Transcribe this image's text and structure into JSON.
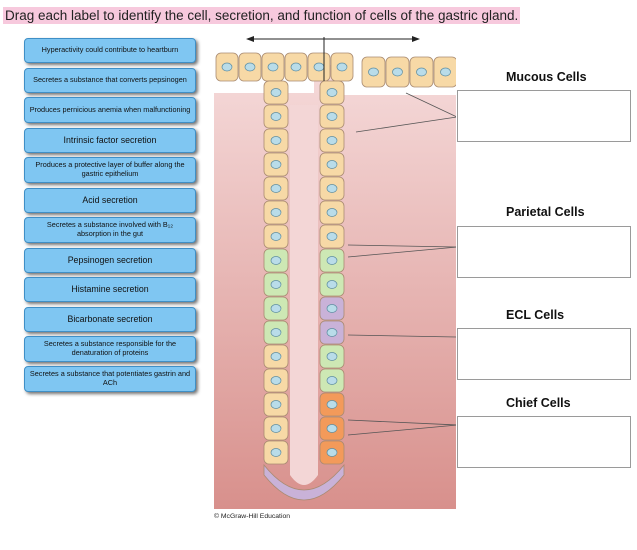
{
  "instruction": "Drag each label to identify the cell, secretion, and function of cells of the gastric gland.",
  "labels": [
    {
      "id": "heartburn",
      "text": "Hyperactivity could contribute to heartburn"
    },
    {
      "id": "pepsinogen-converter",
      "text": "Secretes a substance that converts pepsinogen"
    },
    {
      "id": "pernicious-anemia",
      "text": "Produces pernicious anemia when malfunctioning"
    },
    {
      "id": "intrinsic-factor",
      "text": "Intrinsic factor secretion"
    },
    {
      "id": "buffer-layer",
      "text": "Produces a protective layer of buffer along the gastric epithelium"
    },
    {
      "id": "acid",
      "text": "Acid secretion"
    },
    {
      "id": "b12",
      "text": "Secretes a substance involved with B₁₂ absorption in the gut"
    },
    {
      "id": "pepsinogen",
      "text": "Pepsinogen secretion"
    },
    {
      "id": "histamine",
      "text": "Histamine secretion"
    },
    {
      "id": "bicarbonate",
      "text": "Bicarbonate secretion"
    },
    {
      "id": "denaturation",
      "text": "Secretes a substance responsible for the denaturation of proteins"
    },
    {
      "id": "gastrin",
      "text": "Secretes a substance that potentiates gastrin and ACh"
    }
  ],
  "targets": [
    {
      "id": "mucous",
      "title": "Mucous Cells"
    },
    {
      "id": "parietal",
      "title": "Parietal Cells"
    },
    {
      "id": "ecl",
      "title": "ECL Cells"
    },
    {
      "id": "chief",
      "title": "Chief Cells"
    }
  ],
  "credit": "© McGraw-Hill Education",
  "colors": {
    "label_fill": "#7fc6f2",
    "label_border": "#3f8fc6",
    "instruction_highlight": "#f7c9dd",
    "mucous_cell": "#f7d9a6",
    "parietal_cell": "#cde8b4",
    "ecl_cell": "#c9b2d8",
    "chief_cell": "#f39a5a",
    "tissue_top": "#f6dcdc",
    "tissue_bottom": "#d8908c"
  }
}
